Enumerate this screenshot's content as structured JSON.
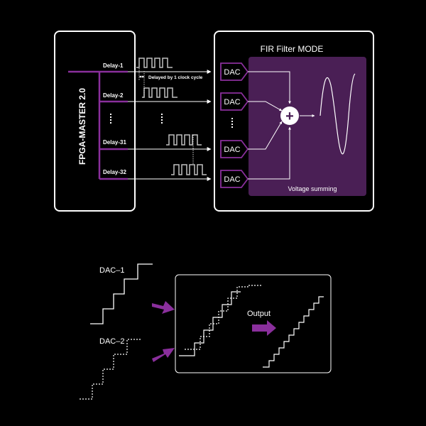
{
  "fpga": {
    "title": "FPGA-MASTER 2.0",
    "channels": [
      {
        "label": "Delay-1"
      },
      {
        "label": "Delay-2"
      },
      {
        "label": "Delay-31"
      },
      {
        "label": "Delay-32"
      }
    ],
    "delay_note": "Delayed by 1 clock cycle"
  },
  "fir": {
    "title": "FIR Filter MODE",
    "dac_label": "DAC",
    "sum_symbol": "+",
    "summing_label": "Voltage summing"
  },
  "bottom": {
    "dac1_label": "DAC–1",
    "dac2_label": "DAC–2",
    "output_label": "Output"
  },
  "colors": {
    "accent": "#8a2f9c",
    "panel": "#4a1f55",
    "line": "#ffffff",
    "background": "#000000"
  }
}
